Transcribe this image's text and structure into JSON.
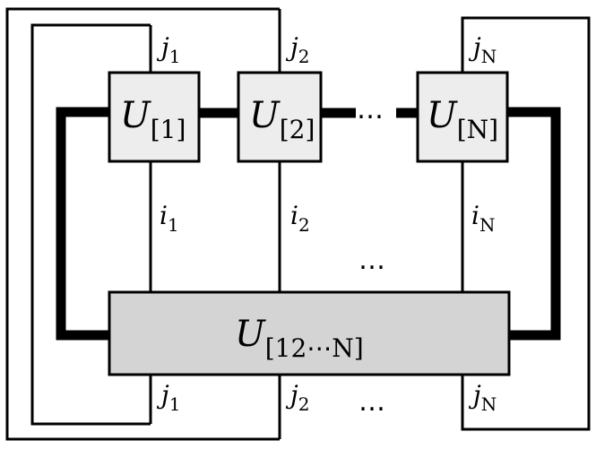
{
  "diagram": {
    "colors": {
      "line": "#000000",
      "small_box_fill": "#ededed",
      "big_box_fill": "#d4d4d4",
      "background": "#ffffff"
    },
    "boxes": {
      "u1": {
        "base": "U",
        "sub": "[1]"
      },
      "u2": {
        "base": "U",
        "sub": "[2]"
      },
      "uN": {
        "base": "U",
        "sub": "[N]"
      },
      "big": {
        "base": "U",
        "sub": "[12⋯N]"
      }
    },
    "top_labels": {
      "j1": {
        "base": "j",
        "sub": "1"
      },
      "j2": {
        "base": "j",
        "sub": "2"
      },
      "jN": {
        "base": "j",
        "sub": "N"
      }
    },
    "mid_labels": {
      "i1": {
        "base": "i",
        "sub": "1"
      },
      "i2": {
        "base": "i",
        "sub": "2"
      },
      "iN": {
        "base": "i",
        "sub": "N"
      }
    },
    "bottom_labels": {
      "j1": {
        "base": "j",
        "sub": "1"
      },
      "j2": {
        "base": "j",
        "sub": "2"
      },
      "jN": {
        "base": "j",
        "sub": "N"
      }
    },
    "ellipsis": "⋯",
    "ellipsis_low": "…"
  }
}
